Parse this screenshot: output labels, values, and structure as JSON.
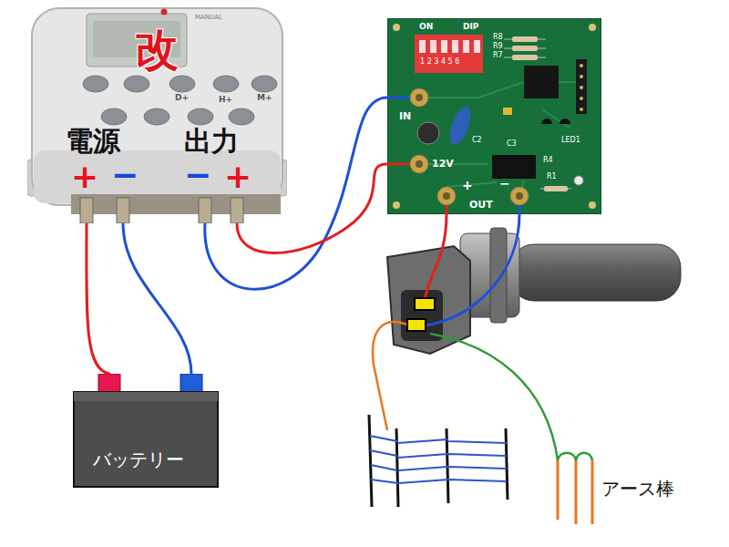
{
  "diagram": {
    "nodes": [
      {
        "text": [
          "改",
          "電源",
          "出力"
        ]
      },
      {
        "text": [
          "IN",
          "12V",
          "OUT"
        ]
      },
      {
        "text": [
          "バッテリー"
        ]
      }
    ],
    "edges": [
      {
        "from": 2,
        "to": 0,
        "arrow": "none"
      },
      {
        "from": 2,
        "to": 0,
        "arrow": "none"
      },
      {
        "from": 0,
        "to": 1,
        "arrow": "none"
      },
      {
        "from": 0,
        "to": 1,
        "arrow": "none"
      }
    ],
    "labels": [
      "+",
      "−",
      "−",
      "+",
      "D+",
      "H+",
      "M+",
      "MANUAL",
      "ON",
      "DIP",
      "1 2 3 4 5 6",
      "R8",
      "R9",
      "R7",
      "C2",
      "C3",
      "R4",
      "R1",
      "LED1",
      "+",
      "−",
      "アース棒"
    ]
  }
}
